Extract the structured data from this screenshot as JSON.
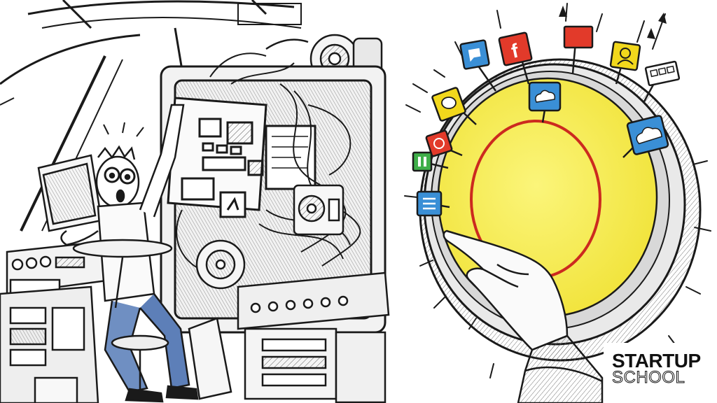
{
  "logo": {
    "line1": "STARTUP",
    "line2": "SCHOOL"
  },
  "illustration": {
    "left_scene": "overwhelmed-engineer-with-machine",
    "right_scene": "hand-touching-app-portal"
  },
  "colors": {
    "portal_yellow": "#f7ee4a",
    "portal_ring": "#cc2a1f",
    "icon_blue": "#3a8fd6",
    "icon_red": "#e23a2a",
    "icon_yellow": "#f2d81c",
    "icon_green": "#3fae49",
    "ink": "#1a1a1a"
  },
  "app_icons": [
    {
      "name": "chat-icon",
      "color": "#3a8fd6"
    },
    {
      "name": "facebook-icon",
      "color": "#e23a2a",
      "glyph": "f"
    },
    {
      "name": "flag-icon",
      "color": "#e23a2a"
    },
    {
      "name": "profile-icon",
      "color": "#f2d81c"
    },
    {
      "name": "cloud-chat-icon",
      "color": "#3a8fd6"
    },
    {
      "name": "cloud-icon",
      "color": "#3a8fd6"
    },
    {
      "name": "speech-icon",
      "color": "#f2d81c"
    },
    {
      "name": "alarm-icon",
      "color": "#e23a2a"
    },
    {
      "name": "pause-icon",
      "color": "#3fae49"
    },
    {
      "name": "list-icon",
      "color": "#3a8fd6"
    }
  ]
}
